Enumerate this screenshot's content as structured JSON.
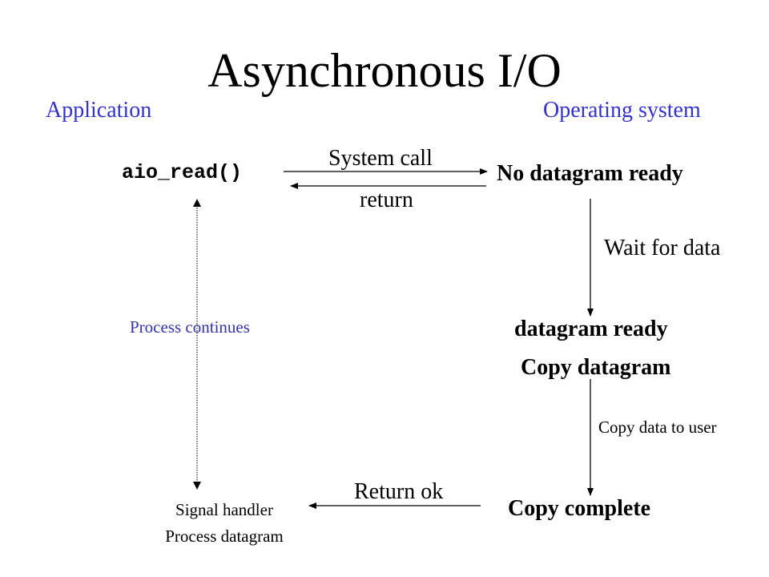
{
  "title": "Asynchronous I/O",
  "columns": {
    "application": "Application",
    "operating_system": "Operating system"
  },
  "app": {
    "call": "aio_read()",
    "process_continues": "Process continues",
    "signal_handler": "Signal handler",
    "process_datagram": "Process datagram"
  },
  "messages": {
    "system_call": "System call",
    "return": "return",
    "return_ok": "Return ok"
  },
  "os": {
    "no_datagram_ready": "No datagram ready",
    "wait_for_data": "Wait for data",
    "datagram_ready": "datagram ready",
    "copy_datagram": "Copy datagram",
    "copy_data_to_user": "Copy data to user",
    "copy_complete": "Copy complete"
  },
  "colors": {
    "column_heading": "#3333cc",
    "process_continues": "#3333aa",
    "text": "#000000",
    "background": "#ffffff"
  }
}
